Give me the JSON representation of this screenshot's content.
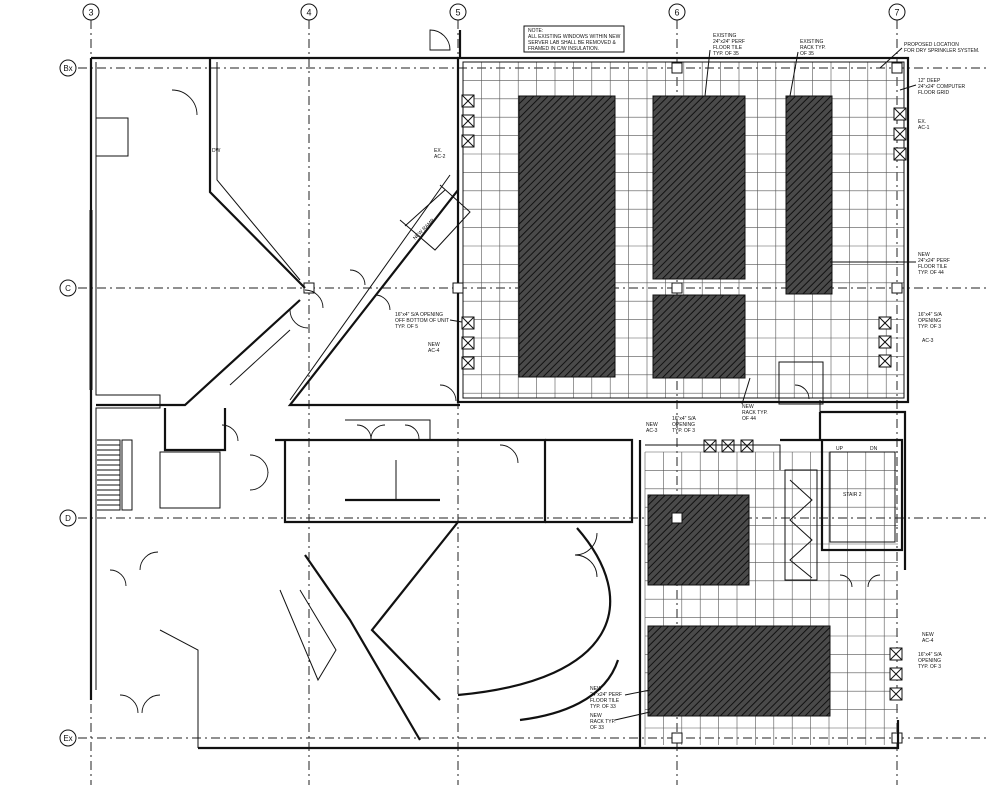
{
  "grid_columns": [
    {
      "id": "col-3",
      "label": "3"
    },
    {
      "id": "col-4",
      "label": "4"
    },
    {
      "id": "col-5",
      "label": "5"
    },
    {
      "id": "col-6",
      "label": "6"
    },
    {
      "id": "col-7",
      "label": "7"
    }
  ],
  "grid_rows": [
    {
      "id": "row-bx",
      "label": "Bx"
    },
    {
      "id": "row-c",
      "label": "C"
    },
    {
      "id": "row-d",
      "label": "D"
    },
    {
      "id": "row-ex",
      "label": "Ex"
    }
  ],
  "note": {
    "line1": "NOTE:",
    "line2": "ALL EXISTING WINDOWS WITHIN NEW",
    "line3": "SERVER LAB SHALL BE REMOVED &",
    "line4": "FRAMED IN C/W INSULATION."
  },
  "callouts": {
    "existing_perf_1": "EXISTING",
    "existing_perf_2": "24\"x24\" PERF",
    "existing_perf_3": "FLOOR TILE",
    "existing_perf_4": "TYP. OF 35",
    "existing_rack_1": "EXISTING",
    "existing_rack_2": "RACK TYP.",
    "existing_rack_3": "OF 35",
    "sprinkler_1": "PROPOSED LOCATION",
    "sprinkler_2": "FOR DRY SPRINKLER SYSTEM.",
    "floor_grid_1": "12\" DEEP",
    "floor_grid_2": "24\"x24\" COMPUTER",
    "floor_grid_3": "FLOOR GRID",
    "new_perf_44_1": "NEW",
    "new_perf_44_2": "24\"x24\" PERF",
    "new_perf_44_3": "FLOOR TILE",
    "new_perf_44_4": "TYP. OF 44",
    "sa_opening_right_1": "16\"x4\" S/A",
    "sa_opening_right_2": "OPENING",
    "sa_opening_right_3": "TYP. OF 3",
    "sa_opening_left_1": "16\"x4\" S/A OPENING",
    "sa_opening_left_2": "OFF BOTTOM OF UNIT",
    "sa_opening_left_3": "TYP. OF 5",
    "new_rack_44_1": "NEW",
    "new_rack_44_2": "RACK TYP.",
    "new_rack_44_3": "OF 44",
    "sa_opening_mid_1": "16\"x4\" S/A",
    "sa_opening_mid_2": "OPENING",
    "sa_opening_mid_3": "TYP. OF 3",
    "new_mid": "NEW",
    "new_left": "NEW",
    "new_right": "NEW",
    "new_ramp": "NEW RAMP",
    "sa_opening_low_1": "16\"x4\" S/A",
    "sa_opening_low_2": "OPENING",
    "sa_opening_low_3": "TYP. OF 3",
    "new_perf_33_1": "NEW",
    "new_perf_33_2": "24\"x24\" PERF",
    "new_perf_33_3": "FLOOR TILE",
    "new_perf_33_4": "TYP. OF 33",
    "new_rack_33_1": "NEW",
    "new_rack_33_2": "RACK TYP.",
    "new_rack_33_3": "OF 33",
    "stair_label": "STAIR 2",
    "up_label": "UP",
    "dn_label": "DN",
    "dw_label": "DW",
    "ex_tag_1": "EX.",
    "ex_tag_2": "EX.",
    "ac_tag_1": "AC-2",
    "ac_tag_2": "AC-1",
    "ac_tag_3": "AC-4",
    "ac_tag_4": "AC-3",
    "ac_tag_5": "AC-3",
    "ac_tag_6": "AC-4"
  }
}
